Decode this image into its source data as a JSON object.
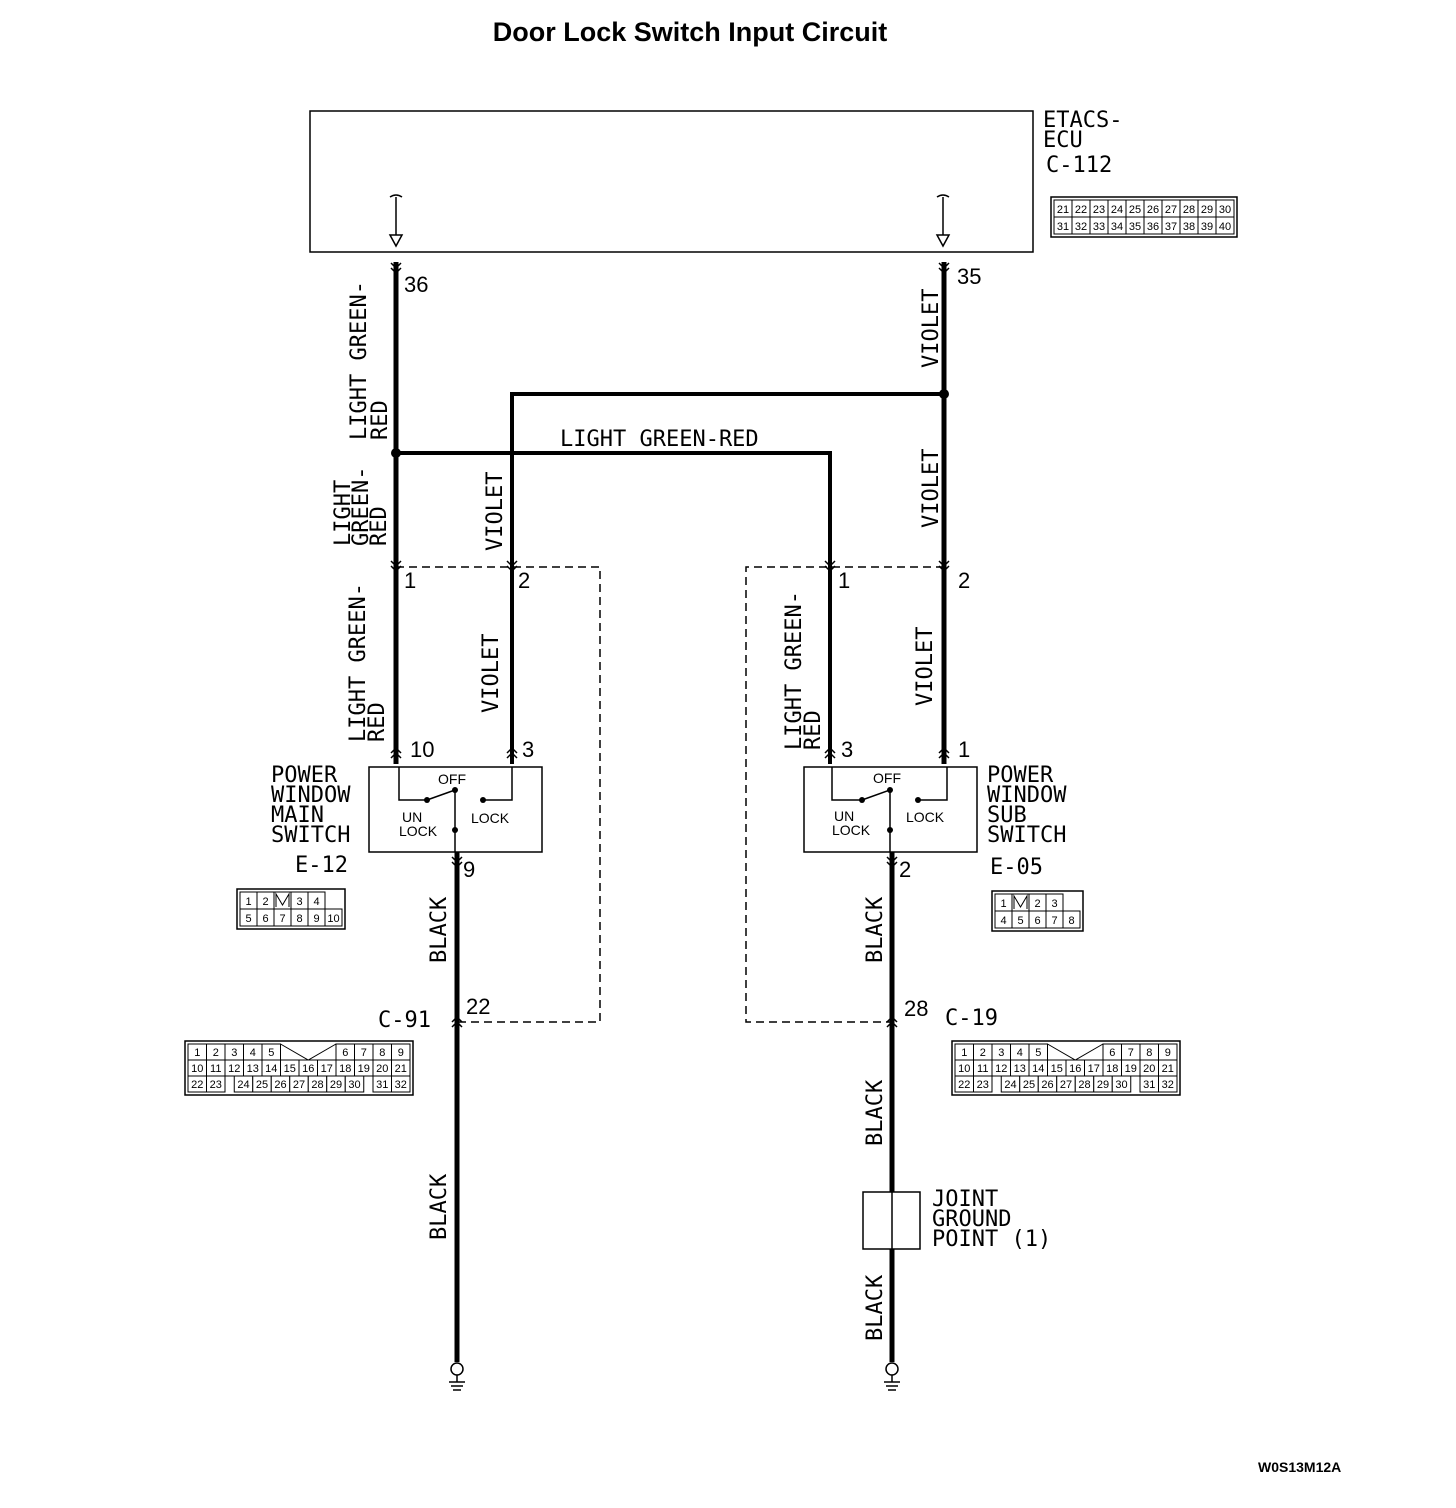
{
  "title": "Door Lock Switch Input Circuit",
  "ecu": {
    "name_line1": "ETACS-",
    "name_line2": "ECU",
    "connector": "C-112",
    "pins_row1": [
      "21",
      "22",
      "23",
      "24",
      "25",
      "26",
      "27",
      "28",
      "29",
      "30"
    ],
    "pins_row2": [
      "31",
      "32",
      "33",
      "34",
      "35",
      "36",
      "37",
      "38",
      "39",
      "40"
    ]
  },
  "wires": {
    "light_green_red_line1": "LIGHT GREEN-",
    "light_green_red_line2": "RED",
    "light_green_red_stacked1": "LIGHT",
    "light_green_red_stacked2": "GREEN-",
    "light_green_red_stacked3": "RED",
    "light_green_red_h": "LIGHT GREEN-RED",
    "violet": "VIOLET",
    "black": "BLACK"
  },
  "pins": {
    "p36": "36",
    "p35": "35",
    "p1a": "1",
    "p2a": "2",
    "p1b": "1",
    "p2b": "2",
    "p10": "10",
    "p3a": "3",
    "p3b": "3",
    "p1c": "1",
    "p9": "9",
    "p2c": "2",
    "p22": "22",
    "p28": "28"
  },
  "main_switch": {
    "line1": "POWER",
    "line2": "WINDOW",
    "line3": "MAIN",
    "line4": "SWITCH",
    "connector": "E-12",
    "off": "OFF",
    "un": "UN",
    "lock_left": "LOCK",
    "lock_right": "LOCK",
    "pins_row1": [
      "1",
      "2",
      "",
      "3",
      "4"
    ],
    "pins_row2": [
      "5",
      "6",
      "7",
      "8",
      "9",
      "10"
    ]
  },
  "sub_switch": {
    "line1": "POWER",
    "line2": "WINDOW",
    "line3": "SUB",
    "line4": "SWITCH",
    "connector": "E-05",
    "off": "OFF",
    "un": "UN",
    "lock_left": "LOCK",
    "lock_right": "LOCK",
    "pins_row1": [
      "1",
      "",
      "2",
      "3"
    ],
    "pins_row2": [
      "4",
      "5",
      "6",
      "7",
      "8"
    ]
  },
  "c91": {
    "label": "C-91",
    "row1": [
      "1",
      "2",
      "3",
      "4",
      "5",
      "6",
      "7",
      "8",
      "9"
    ],
    "row2": [
      "10",
      "11",
      "12",
      "13",
      "14",
      "15",
      "16",
      "17",
      "18",
      "19",
      "20",
      "21"
    ],
    "row3": [
      "22",
      "23",
      "24",
      "25",
      "26",
      "27",
      "28",
      "29",
      "30",
      "31",
      "32"
    ]
  },
  "c19": {
    "label": "C-19",
    "row1": [
      "1",
      "2",
      "3",
      "4",
      "5",
      "6",
      "7",
      "8",
      "9"
    ],
    "row2": [
      "10",
      "11",
      "12",
      "13",
      "14",
      "15",
      "16",
      "17",
      "18",
      "19",
      "20",
      "21"
    ],
    "row3": [
      "22",
      "23",
      "24",
      "25",
      "26",
      "27",
      "28",
      "29",
      "30",
      "31",
      "32"
    ]
  },
  "joint": {
    "line1": "JOINT",
    "line2": "GROUND",
    "line3": "POINT (1)"
  },
  "figure_code": "W0S13M12A"
}
